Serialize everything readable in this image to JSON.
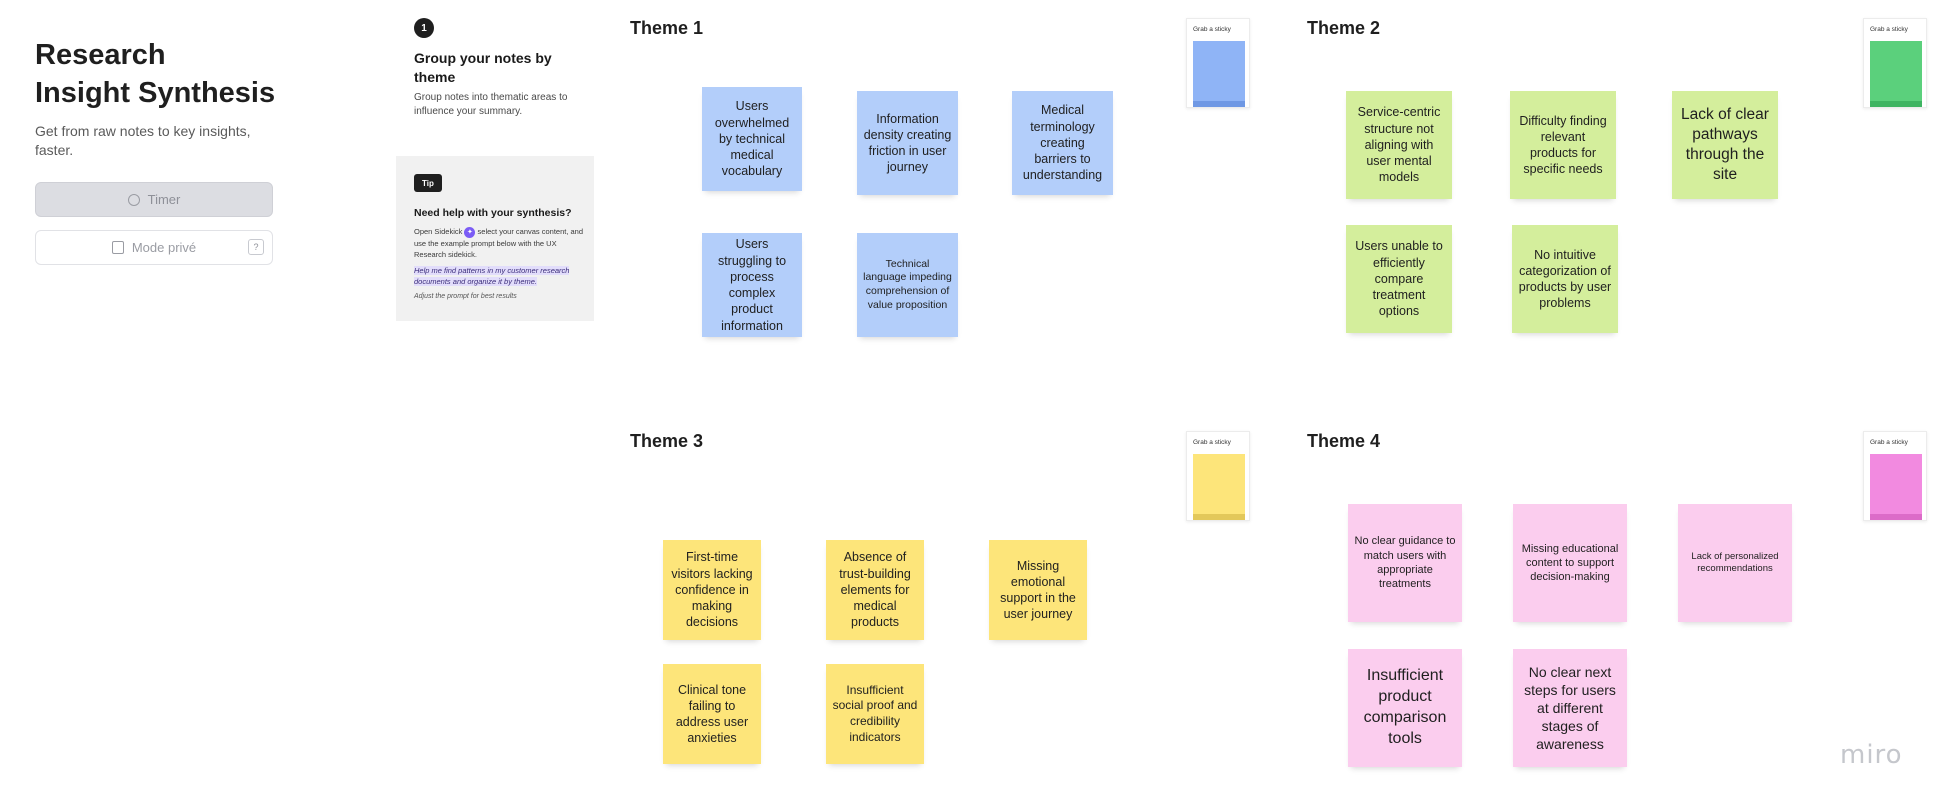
{
  "board": {
    "title_line1": "Research",
    "title_line2": "Insight Synthesis",
    "subtitle": "Get from raw notes to key insights, faster.",
    "timer_label": "Timer",
    "private_mode_label": "Mode privé",
    "private_help": "?"
  },
  "step": {
    "number": "1",
    "title": "Group your notes by theme",
    "description": "Group notes into thematic areas to influence your summary."
  },
  "tip": {
    "badge": "Tip",
    "title": "Need help with your synthesis?",
    "body_before": "Open Sidekick",
    "body_after": "select your canvas content, and use the example prompt below with the UX Research sidekick.",
    "prompt": "Help me find patterns in my customer research documents and organize it by theme.",
    "footer": "Adjust the prompt for best results"
  },
  "grab_label": "Grab a sticky",
  "colors": {
    "blue": "#b3cefa",
    "green": "#d4ee9c",
    "yellow": "#fde57a",
    "pink": "#fbcdee"
  },
  "themes": [
    {
      "title": "Theme 1",
      "notes": [
        "Users overwhelmed by technical medical vocabulary",
        "Information density creating friction in user journey",
        "Medical terminology creating barriers to understanding",
        "Users struggling to process complex product information",
        "Technical language impeding comprehension of value proposition"
      ]
    },
    {
      "title": "Theme 2",
      "notes": [
        "Service-centric structure not aligning with user mental models",
        "Difficulty finding relevant products for specific needs",
        "Lack of clear pathways through the site",
        "Users unable to efficiently compare treatment options",
        "No intuitive categorization of products by user problems"
      ]
    },
    {
      "title": "Theme 3",
      "notes": [
        "First-time visitors lacking confidence in making decisions",
        "Absence of trust-building elements for medical products",
        "Missing emotional support in the user journey",
        "Clinical tone failing to address user anxieties",
        "Insufficient social proof and credibility indicators"
      ]
    },
    {
      "title": "Theme 4",
      "notes": [
        "No clear guidance to match users with appropriate treatments",
        "Missing educational content to support decision-making",
        "Lack of personalized recommendations",
        "Insufficient product comparison tools",
        "No clear next steps for users at different stages of awareness"
      ]
    }
  ],
  "logo": "miro"
}
